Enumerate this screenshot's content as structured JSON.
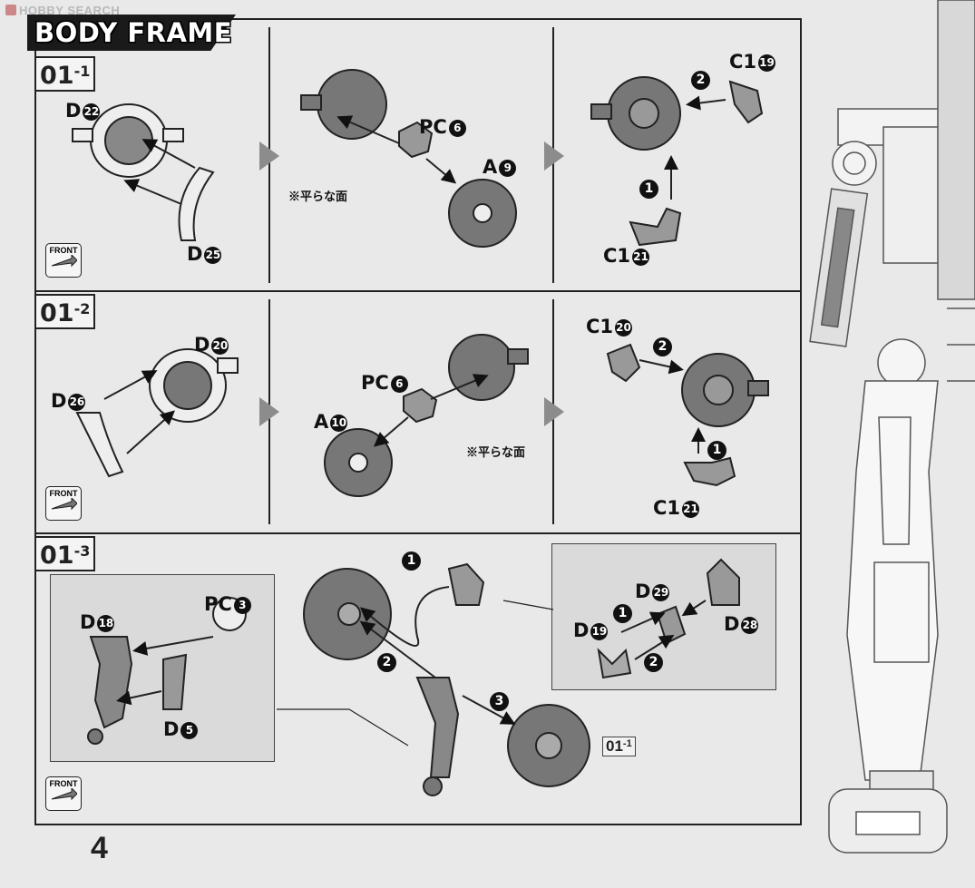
{
  "watermark": "HOBBY SEARCH",
  "title": "BODY FRAME",
  "page_number": "4",
  "front_label": "FRONT",
  "steps": [
    {
      "main": "01",
      "sub": "-1"
    },
    {
      "main": "01",
      "sub": "-2"
    },
    {
      "main": "01",
      "sub": "-3"
    }
  ],
  "step1": {
    "d22": {
      "letter": "D",
      "num": "22"
    },
    "d25": {
      "letter": "D",
      "num": "25"
    },
    "pc6": {
      "letter": "PC",
      "num": "6"
    },
    "a9": {
      "letter": "A",
      "num": "9"
    },
    "c119": {
      "letter": "C1",
      "num": "19"
    },
    "c121": {
      "letter": "C1",
      "num": "21"
    },
    "note": "※平らな面",
    "order1": "1",
    "order2": "2"
  },
  "step2": {
    "d20": {
      "letter": "D",
      "num": "20"
    },
    "d26": {
      "letter": "D",
      "num": "26"
    },
    "pc6": {
      "letter": "PC",
      "num": "6"
    },
    "a10": {
      "letter": "A",
      "num": "10"
    },
    "c120": {
      "letter": "C1",
      "num": "20"
    },
    "c121": {
      "letter": "C1",
      "num": "21"
    },
    "note": "※平らな面",
    "order1": "1",
    "order2": "2"
  },
  "step3": {
    "pc3": {
      "letter": "PC",
      "num": "3"
    },
    "d18": {
      "letter": "D",
      "num": "18"
    },
    "d5": {
      "letter": "D",
      "num": "5"
    },
    "d29": {
      "letter": "D",
      "num": "29"
    },
    "d19": {
      "letter": "D",
      "num": "19"
    },
    "d28": {
      "letter": "D",
      "num": "28"
    },
    "order1": "1",
    "order2": "2",
    "order3": "3",
    "ref_main": "01",
    "ref_sub": "-1"
  },
  "colors": {
    "part_fill": "#8a8a8a",
    "part_dark": "#5e5e5e",
    "frame": "#222222",
    "flow_arrow": "#8c8c8c"
  }
}
